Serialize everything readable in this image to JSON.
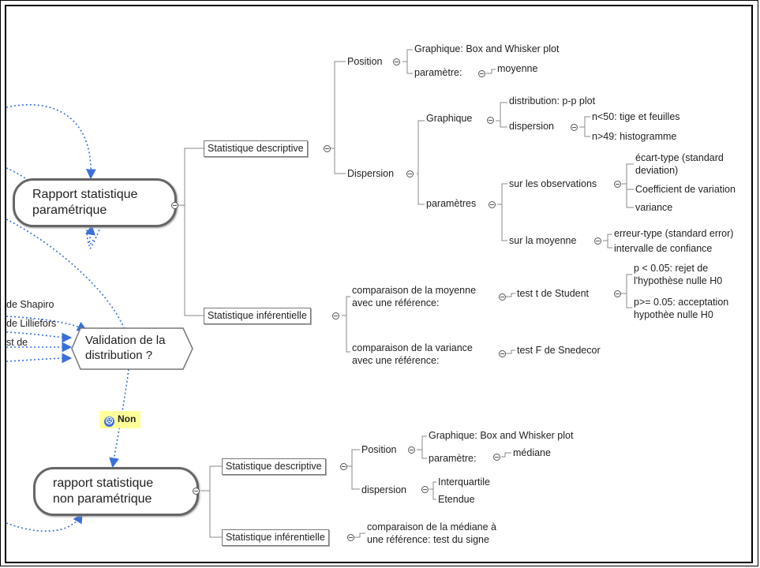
{
  "nodes": {
    "rapport_parametrique": "Rapport statistique\nparamétrique",
    "validation": "Validation de la\ndistribution ?",
    "rapport_non_parametrique": "rapport statistique\nnon paramétrique",
    "side_shapiro": "de Shapiro",
    "side_lilliefors": "de Lilliefors",
    "side_test": "st de",
    "non_label": "Non",
    "p_desc": "Statistique descriptive",
    "p_position": "Position",
    "p_pos_graph": "Graphique: Box and Whisker plot",
    "p_pos_param": "paramètre:",
    "p_pos_moyenne": "moyenne",
    "p_dispersion": "Dispersion",
    "p_disp_graph": "Graphique",
    "p_distribution": "distribution: p-p plot",
    "p_dispersion2": "dispersion",
    "p_n50": "n<50: tige et feuilles",
    "p_n49": "n>49: histogramme",
    "p_parametres": "paramètres",
    "p_sur_obs": "sur les observations",
    "p_ecart": "écart-type (standard\ndeviation)",
    "p_coef": "Coefficient de variation",
    "p_variance": "variance",
    "p_sur_moy": "sur la moyenne",
    "p_erreur": "erreur-type (standard error)",
    "p_intervalle": "intervalle de confiance",
    "p_infer": "Statistique inférentielle",
    "p_comp_moy": "comparaison de la moyenne\navec une référence:",
    "p_test_t": "test t de Student",
    "p_rejet": "p < 0.05: rejet de\nl'hypothèse nulle H0",
    "p_accept": "p>= 0.05: acceptation\nhypothèe nulle H0",
    "p_comp_var": "comparaison de la variance\navec une référence:",
    "p_test_f": "test F de Snedecor",
    "np_desc": "Statistique descriptive",
    "np_position": "Position",
    "np_pos_graph": "Graphique: Box and Whisker plot",
    "np_pos_param": "paramètre:",
    "np_mediane": "médiane",
    "np_dispersion": "dispersion",
    "np_interquartile": "Interquartile",
    "np_etendue": "Etendue",
    "np_infer": "Statistique inférentielle",
    "np_comp": "comparaison de la médiane à\nune référence: test du signe"
  },
  "colors": {
    "branch": "#888888",
    "dotted_link": "#3a6fd8",
    "label_bg": "#ffff9a"
  }
}
